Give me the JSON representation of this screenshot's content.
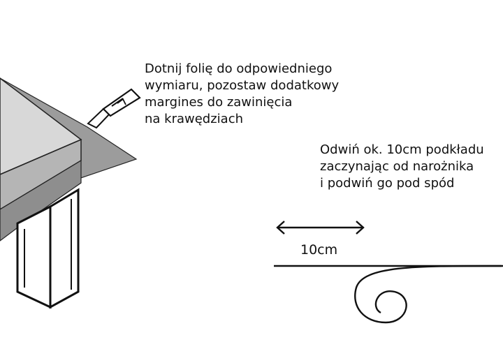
{
  "instructions": {
    "cut_lines": [
      "Dotnij folię do odpowiedniego",
      "wymiaru, pozostaw dodatkowy",
      "margines do zawinięcia",
      "na krawędziach"
    ],
    "unroll_lines": [
      "Odwiń ok. 10cm podkładu",
      "zaczynając od narożnika",
      "i podwiń go pod spód"
    ]
  },
  "dimension_label": "10cm",
  "colors": {
    "film": "#9c9c9c",
    "table_top": "#d6d6d6",
    "stroke": "#111111",
    "knife_body": "#ffffff"
  },
  "icons": {
    "cutter": "utility-knife-icon",
    "arrow": "double-arrow-icon",
    "roll": "curl-spiral-icon"
  }
}
